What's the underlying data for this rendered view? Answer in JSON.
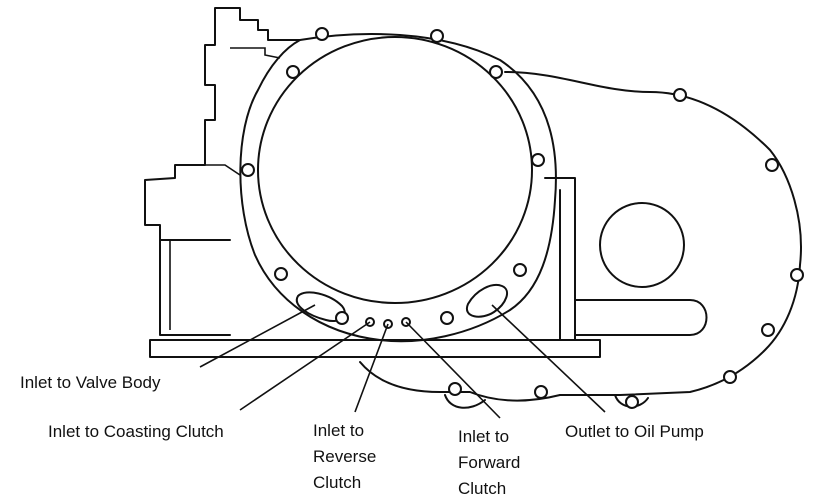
{
  "labels": {
    "valve_body": "Inlet to Valve Body",
    "coasting_clutch": "Inlet to Coasting Clutch",
    "reverse_clutch": [
      "Inlet to",
      "Reverse",
      "Clutch"
    ],
    "forward_clutch": [
      "Inlet to",
      "Forward",
      "Clutch"
    ],
    "oil_pump": "Outlet to Oil Pump"
  }
}
